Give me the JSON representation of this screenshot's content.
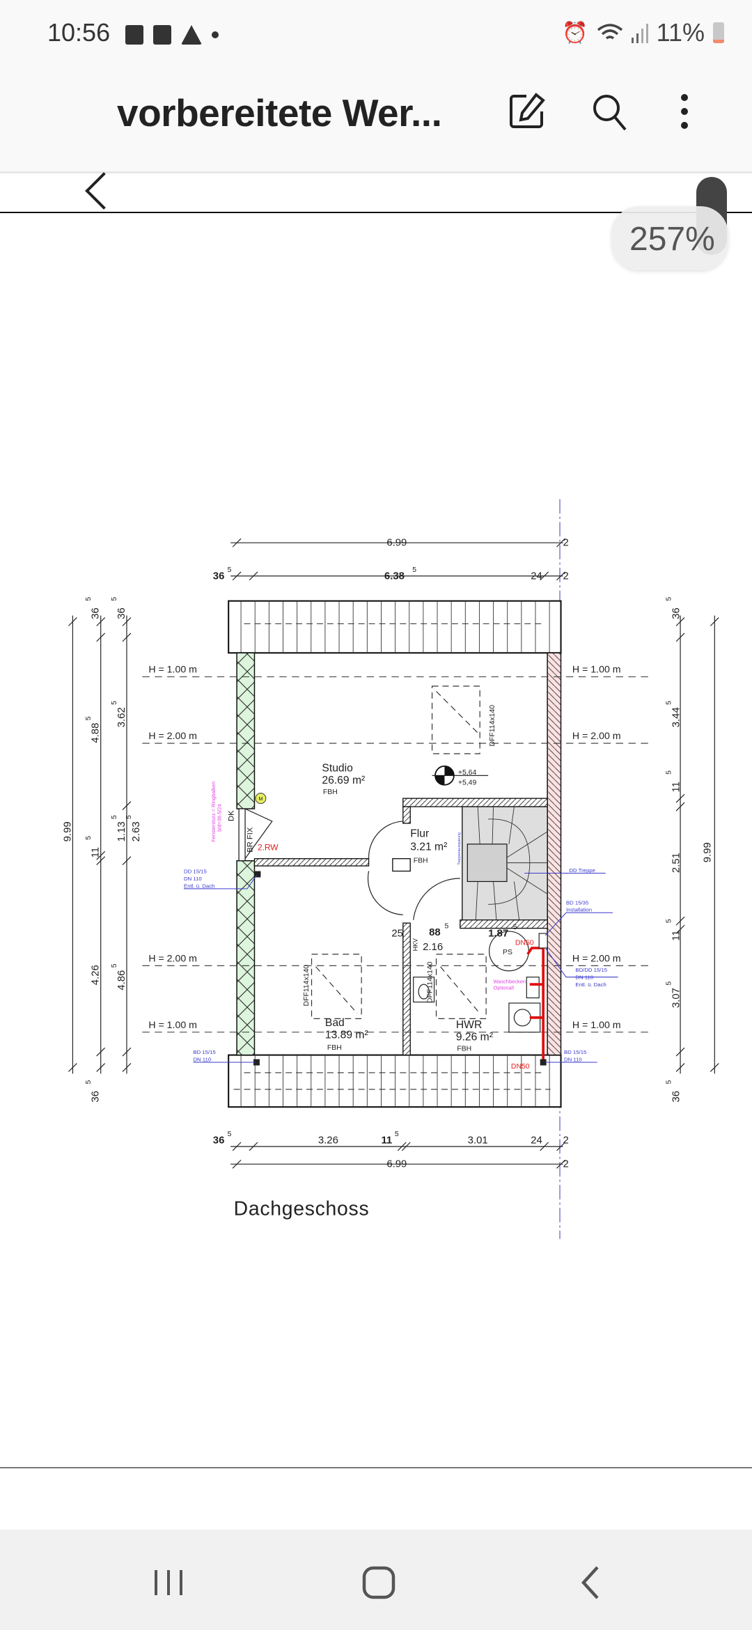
{
  "status": {
    "time": "10:56",
    "battery": "11%"
  },
  "appbar": {
    "title": "vorbereitete Wer..."
  },
  "viewer": {
    "zoom": "257%"
  },
  "plan": {
    "title": "Dachgeschoss",
    "top_dims": {
      "total": "6.99",
      "end": "2",
      "left": {
        "main": "36",
        "sup": "5"
      },
      "middle": {
        "main": "6.38",
        "sup": "5"
      },
      "right": "24",
      "end2": "2"
    },
    "bottom_dims": {
      "left": {
        "main": "36",
        "sup": "5"
      },
      "a": "3.26",
      "b": {
        "main": "11",
        "sup": "5"
      },
      "c": "3.01",
      "d": "24",
      "end": "2",
      "total": "6.99",
      "end2": "2"
    },
    "left_dims": {
      "total": "9.99",
      "col1": [
        {
          "main": "36",
          "sup": "5"
        },
        {
          "main": "4.88",
          "sup": "5"
        },
        {
          "main": "11",
          "sup": "5"
        },
        {
          "main": "4.26",
          "sup": ""
        },
        {
          "main": "36",
          "sup": "5"
        }
      ],
      "col2": [
        {
          "main": "36",
          "sup": "5"
        },
        {
          "main": "3.62",
          "sup": "5"
        },
        {
          "main": "1.13",
          "sup": "5"
        },
        {
          "main": "4.86",
          "sup": "5"
        }
      ],
      "extra": {
        "main": "2.63",
        "sup": "5"
      }
    },
    "right_dims": {
      "total": "9.99",
      "col": [
        {
          "main": "36",
          "sup": "5"
        },
        {
          "main": "3.44",
          "sup": "5"
        },
        {
          "main": "11",
          "sup": "5"
        },
        {
          "main": "2.51",
          "sup": ""
        },
        {
          "main": "11",
          "sup": "5"
        },
        {
          "main": "3.07",
          "sup": "5"
        },
        {
          "main": "36",
          "sup": "5"
        }
      ]
    },
    "height_lines": [
      "H = 1.00 m",
      "H = 2.00 m",
      "H = 2.00 m",
      "H = 1.00 m"
    ],
    "rooms": [
      {
        "name": "Studio",
        "area": "26.69 m²",
        "floor": "FBH"
      },
      {
        "name": "Flur",
        "area": "3.21 m²",
        "floor": "FBH"
      },
      {
        "name": "Bad",
        "area": "13.89 m²",
        "floor": "FBH"
      },
      {
        "name": "HWR",
        "area": "9.26 m²",
        "floor": "FBH"
      }
    ],
    "windows": [
      "DFF114x140",
      "DFF114x140",
      "DFF114x140"
    ],
    "level": {
      "top": "+5,64",
      "bottom": "+5,49"
    },
    "inner_dims": {
      "a": "25",
      "b": {
        "main": "88",
        "sup": "5"
      },
      "c": {
        "main": "1.87",
        "sup": "5"
      },
      "d": "2.16",
      "hkv": "HKV"
    },
    "labels": {
      "dk": "DK",
      "br_fix": "BR FIX",
      "rw": "2.RW",
      "m": "M",
      "ps": "PS",
      "dn50_top": "DN50",
      "dn50_bottom": "DN50",
      "stair_opening": "Treppenaussparung",
      "lintel": [
        "Fenstersturz = Ringbalken",
        "b/d=36.5/24"
      ],
      "wash": [
        "Waschbecken",
        "Optional!"
      ]
    },
    "notes": {
      "left_dd": [
        "DD 15/15",
        "DN 110",
        "Entl. ü. Dach"
      ],
      "left_bd": [
        "BD 15/15",
        "DN 110"
      ],
      "dd_treppe": "DD Treppe",
      "bd_install": [
        "BD 15/35",
        "Installation"
      ],
      "bd_dd": [
        "BD/DD 15/15",
        "DN 110",
        "Entl. ü. Dach"
      ],
      "right_bd": [
        "BD 15/15",
        "DN 110"
      ]
    }
  }
}
